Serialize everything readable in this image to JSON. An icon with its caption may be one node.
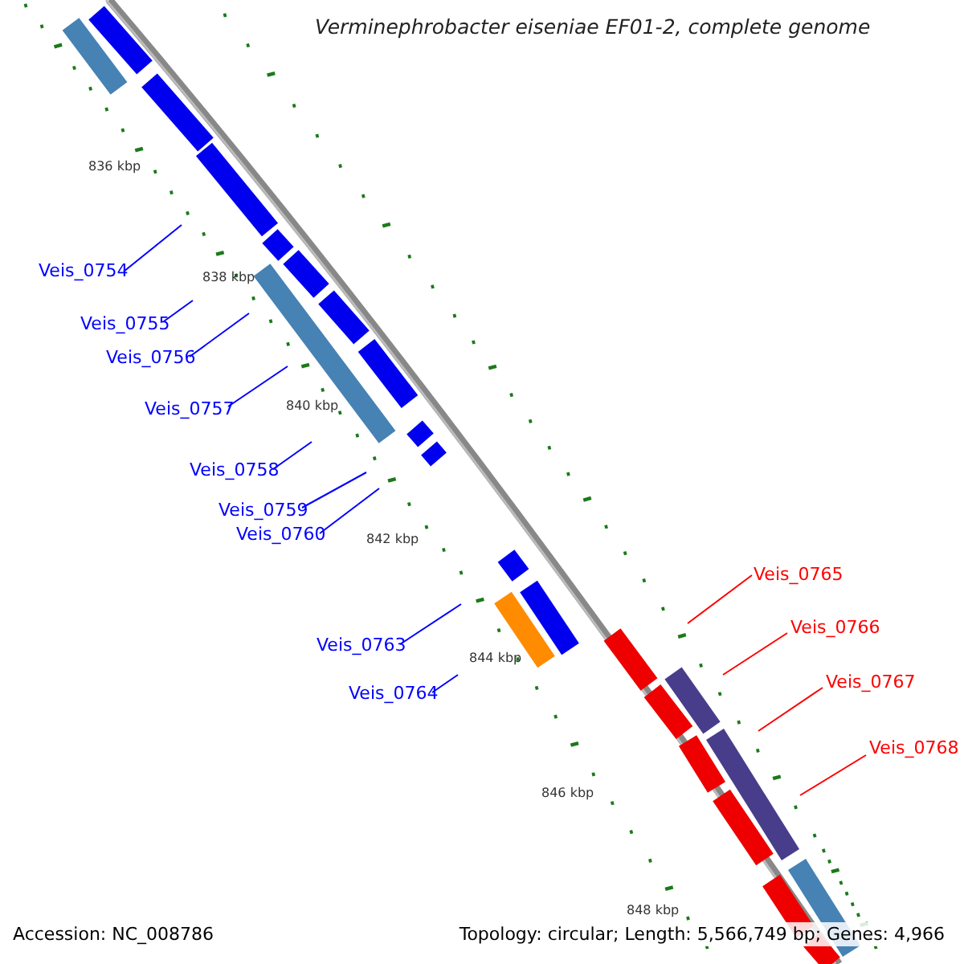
{
  "diagram": {
    "title": "Verminephrobacter eiseniae EF01-2, complete genome",
    "nodes": [
      {
        "text": [
          "Veis_0754"
        ]
      },
      {
        "text": [
          "Veis_0755"
        ]
      },
      {
        "text": [
          "Veis_0756"
        ]
      },
      {
        "text": [
          "Veis_0757"
        ]
      },
      {
        "text": [
          "Veis_0758"
        ]
      },
      {
        "text": [
          "Veis_0759"
        ]
      },
      {
        "text": [
          "Veis_0760"
        ]
      },
      {
        "text": [
          "Veis_0763"
        ]
      },
      {
        "text": [
          "Veis_0764"
        ]
      },
      {
        "text": [
          "Veis_0765"
        ]
      },
      {
        "text": [
          "Veis_0766"
        ]
      },
      {
        "text": [
          "Veis_0767"
        ]
      },
      {
        "text": [
          "Veis_0768"
        ]
      }
    ],
    "edges": [
      {
        "from": 0,
        "to": null,
        "arrow": "none"
      },
      {
        "from": 1,
        "to": null,
        "arrow": "none"
      },
      {
        "from": 2,
        "to": null,
        "arrow": "none"
      },
      {
        "from": 3,
        "to": null,
        "arrow": "none"
      },
      {
        "from": 4,
        "to": null,
        "arrow": "none"
      },
      {
        "from": 5,
        "to": null,
        "arrow": "none"
      },
      {
        "from": 6,
        "to": null,
        "arrow": "none"
      },
      {
        "from": 7,
        "to": null,
        "arrow": "none"
      },
      {
        "from": 8,
        "to": null,
        "arrow": "none"
      },
      {
        "from": 9,
        "to": null,
        "arrow": "none",
        "color": "#ff0000"
      },
      {
        "from": 10,
        "to": null,
        "arrow": "none",
        "color": "#ff0000"
      },
      {
        "from": 11,
        "to": null,
        "arrow": "none",
        "color": "#ff0000"
      },
      {
        "from": 12,
        "to": null,
        "arrow": "none",
        "color": "#ff0000"
      }
    ],
    "labels": [
      "836 kbp",
      "838 kbp",
      "840 kbp",
      "842 kbp",
      "844 kbp",
      "846 kbp",
      "848 kbp",
      "Accession: NC_008786",
      "Topology: circular; Length: 5,566,749 bp; Genes: 4,966"
    ]
  }
}
